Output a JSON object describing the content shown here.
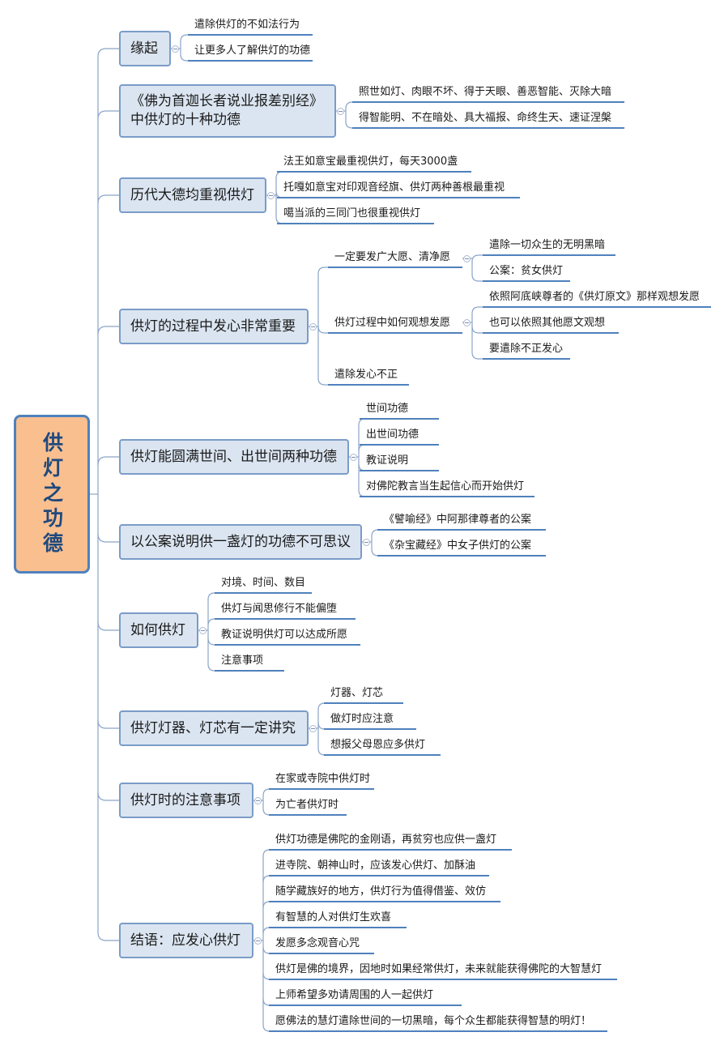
{
  "root": "供灯之功德",
  "branches": [
    {
      "label": "缘起",
      "children": [
        "遣除供灯的不如法行为",
        "让更多人了解供灯的功德"
      ]
    },
    {
      "label": "《佛为首迦长者说业报差别经》中供灯的十种功德",
      "children": [
        "照世如灯、肉眼不坏、得于天眼、善恶智能、灭除大暗",
        "得智能明、不在暗处、具大福报、命终生天、速证涅槃"
      ]
    },
    {
      "label": "历代大德均重视供灯",
      "children": [
        "法王如意宝最重视供灯，每天3000盏",
        "托嘎如意宝对印观音经旗、供灯两种善根最重视",
        "噶当派的三同门也很重视供灯"
      ]
    },
    {
      "label": "供灯的过程中发心非常重要",
      "children": [
        {
          "label": "一定要发广大愿、清净愿",
          "children": [
            "遣除一切众生的无明黑暗",
            "公案：贫女供灯"
          ]
        },
        {
          "label": "供灯过程中如何观想发愿",
          "children": [
            "依照阿底峡尊者的《供灯原文》那样观想发愿",
            "也可以依照其他愿文观想",
            "要遣除不正发心"
          ]
        },
        {
          "label": "遣除发心不正"
        }
      ]
    },
    {
      "label": "供灯能圆满世间、出世间两种功德",
      "children": [
        "世间功德",
        "出世间功德",
        "教证说明",
        "对佛陀教言当生起信心而开始供灯"
      ]
    },
    {
      "label": "以公案说明供一盏灯的功德不可思议",
      "children": [
        "《譬喻经》中阿那律尊者的公案",
        "《杂宝藏经》中女子供灯的公案"
      ]
    },
    {
      "label": "如何供灯",
      "children": [
        "对境、时间、数目",
        "供灯与闻思修行不能偏堕",
        "教证说明供灯可以达成所愿",
        "注意事项"
      ]
    },
    {
      "label": "供灯灯器、灯芯有一定讲究",
      "children": [
        "灯器、灯芯",
        "做灯时应注意",
        "想报父母恩应多供灯"
      ]
    },
    {
      "label": "供灯时的注意事项",
      "children": [
        "在家或寺院中供灯时",
        "为亡者供灯时"
      ]
    },
    {
      "label": "结语：应发心供灯",
      "children": [
        "供灯功德是佛陀的金刚语，再贫穷也应供一盏灯",
        "进寺院、朝神山时，应该发心供灯、加酥油",
        "随学藏族好的地方，供灯行为值得借鉴、效仿",
        "有智慧的人对供灯生欢喜",
        "发愿多念观音心咒",
        "供灯是佛的境界，因地时如果经常供灯，未来就能获得佛陀的大智慧灯",
        "上师希望多劝请周围的人一起供灯",
        "愿佛法的慧灯遣除世间的一切黑暗，每个众生都能获得智慧的明灯！"
      ]
    }
  ]
}
